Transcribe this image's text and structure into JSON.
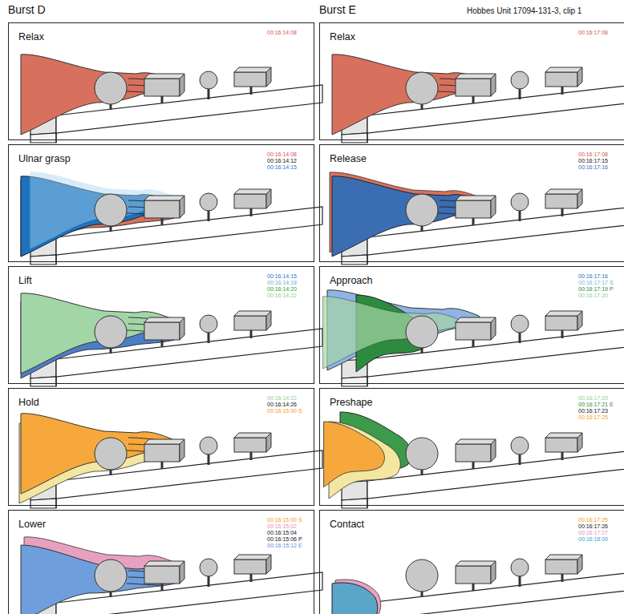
{
  "diagram": {
    "nodes": [
      {
        "text": [
          "Relax",
          "00:16:14:08"
        ]
      },
      {
        "text": [
          "Relax",
          "00:16:17:08"
        ]
      },
      {
        "text": [
          "Ulnar grasp",
          "00:16:14:08",
          "00:16:14:12",
          "00:16:14:15"
        ]
      },
      {
        "text": [
          "Release",
          "00:16:17:08",
          "00:16:17:15",
          "00:16:17:16"
        ]
      },
      {
        "text": [
          "Lift",
          "00:16:14:15",
          "00:16:14:18",
          "00:16:14:20",
          "00:16:14:22"
        ]
      },
      {
        "text": [
          "Approach",
          "00:16:17:16",
          "00:16:17:17 S",
          "00:16:17:19 P",
          "00:16:17:20"
        ]
      },
      {
        "text": [
          "Hold",
          "00:16:14:22",
          "00:16:14:26",
          "00:16:15:00 S"
        ]
      },
      {
        "text": [
          "Preshape",
          "00:16:17:20",
          "00:16:17:21 E",
          "00:16:17:23",
          "00:16:17:25"
        ]
      },
      {
        "text": [
          "Lower",
          "00:16:15:00 S",
          "00:16:15:02",
          "00:16:15:04",
          "00:16:15:06 P",
          "00:16:15:12 E"
        ]
      },
      {
        "text": [
          "Contact",
          "00:16:17:25",
          "00:16:17:26",
          "00:16:17:27",
          "00:16:18:00"
        ]
      }
    ],
    "labels": [
      "Burst D",
      "Burst E",
      "Hobbes Unit 17094-131-3, clip 1"
    ]
  }
}
